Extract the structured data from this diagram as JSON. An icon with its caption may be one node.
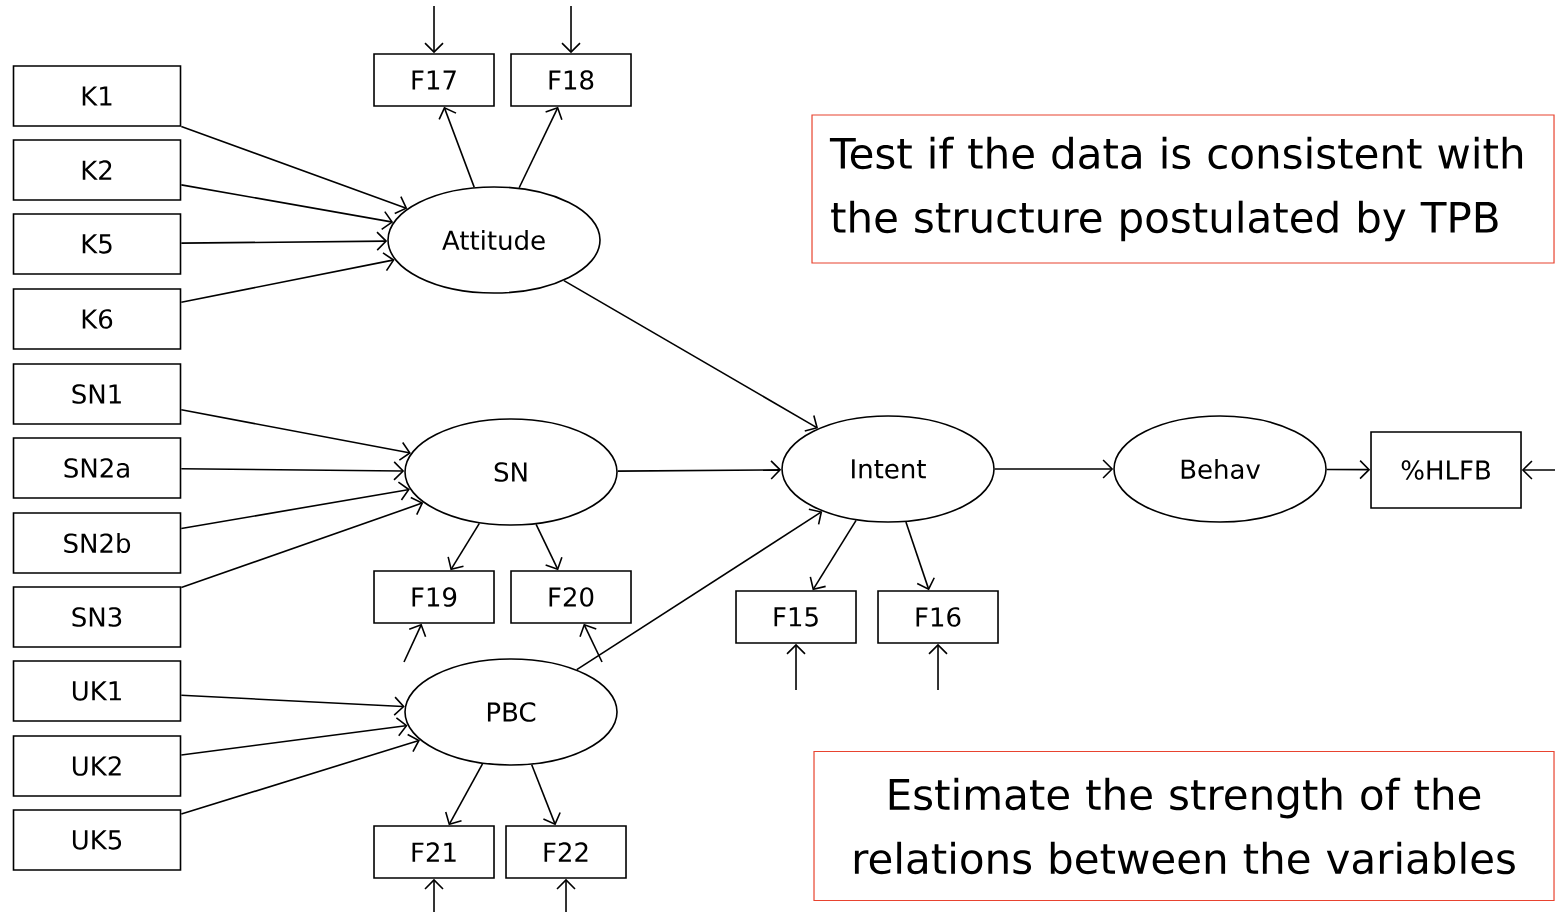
{
  "diagram": {
    "nodes": [
      {
        "text": [
          "K1"
        ]
      },
      {
        "text": [
          "K2"
        ]
      },
      {
        "text": [
          "K5"
        ]
      },
      {
        "text": [
          "K6"
        ]
      },
      {
        "text": [
          "SN1"
        ]
      },
      {
        "text": [
          "SN2a"
        ]
      },
      {
        "text": [
          "SN2b"
        ]
      },
      {
        "text": [
          "SN3"
        ]
      },
      {
        "text": [
          "UK1"
        ]
      },
      {
        "text": [
          "UK2"
        ]
      },
      {
        "text": [
          "UK5"
        ]
      },
      {
        "text": [
          "F17"
        ]
      },
      {
        "text": [
          "F18"
        ]
      },
      {
        "text": [
          "Attitude"
        ]
      },
      {
        "text": [
          "SN"
        ]
      },
      {
        "text": [
          "PBC"
        ]
      },
      {
        "text": [
          "F19"
        ]
      },
      {
        "text": [
          "F20"
        ]
      },
      {
        "text": [
          "F21"
        ]
      },
      {
        "text": [
          "F22"
        ]
      },
      {
        "text": [
          "Intent"
        ]
      },
      {
        "text": [
          "Behav"
        ]
      },
      {
        "text": [
          "%HLFB"
        ]
      },
      {
        "text": [
          "F15"
        ]
      },
      {
        "text": [
          "F16"
        ]
      },
      {
        "text": [
          "Test if the data is consistent with the structure postulated by TPB"
        ]
      },
      {
        "text": [
          "Estimate the strength of the relations between the variables"
        ]
      }
    ],
    "edges": [
      {
        "from": 0,
        "to": 13,
        "arrow": "to"
      },
      {
        "from": 1,
        "to": 13,
        "arrow": "to"
      },
      {
        "from": 2,
        "to": 13,
        "arrow": "to"
      },
      {
        "from": 3,
        "to": 13,
        "arrow": "to"
      },
      {
        "from": 4,
        "to": 14,
        "arrow": "to"
      },
      {
        "from": 5,
        "to": 14,
        "arrow": "to"
      },
      {
        "from": 6,
        "to": 14,
        "arrow": "to"
      },
      {
        "from": 7,
        "to": 14,
        "arrow": "to"
      },
      {
        "from": 8,
        "to": 15,
        "arrow": "to"
      },
      {
        "from": 9,
        "to": 15,
        "arrow": "to"
      },
      {
        "from": 10,
        "to": 15,
        "arrow": "to"
      },
      {
        "from": 13,
        "to": 11,
        "arrow": "to"
      },
      {
        "from": 13,
        "to": 12,
        "arrow": "to"
      },
      {
        "from": null,
        "to": 11,
        "arrow": "to"
      },
      {
        "from": null,
        "to": 12,
        "arrow": "to"
      },
      {
        "from": 14,
        "to": 16,
        "arrow": "to"
      },
      {
        "from": 14,
        "to": 17,
        "arrow": "to"
      },
      {
        "from": null,
        "to": 16,
        "arrow": "to"
      },
      {
        "from": null,
        "to": 17,
        "arrow": "to"
      },
      {
        "from": 15,
        "to": 18,
        "arrow": "to"
      },
      {
        "from": 15,
        "to": 19,
        "arrow": "to"
      },
      {
        "from": null,
        "to": 18,
        "arrow": "to"
      },
      {
        "from": null,
        "to": 19,
        "arrow": "to"
      },
      {
        "from": 13,
        "to": 20,
        "arrow": "to"
      },
      {
        "from": 14,
        "to": 20,
        "arrow": "to"
      },
      {
        "from": 15,
        "to": 20,
        "arrow": "to"
      },
      {
        "from": 20,
        "to": 23,
        "arrow": "to"
      },
      {
        "from": 20,
        "to": 24,
        "arrow": "to"
      },
      {
        "from": null,
        "to": 23,
        "arrow": "to"
      },
      {
        "from": null,
        "to": 24,
        "arrow": "to"
      },
      {
        "from": 20,
        "to": 21,
        "arrow": "to"
      },
      {
        "from": 21,
        "to": 22,
        "arrow": "to"
      },
      {
        "from": null,
        "to": 22,
        "arrow": "to"
      }
    ]
  }
}
